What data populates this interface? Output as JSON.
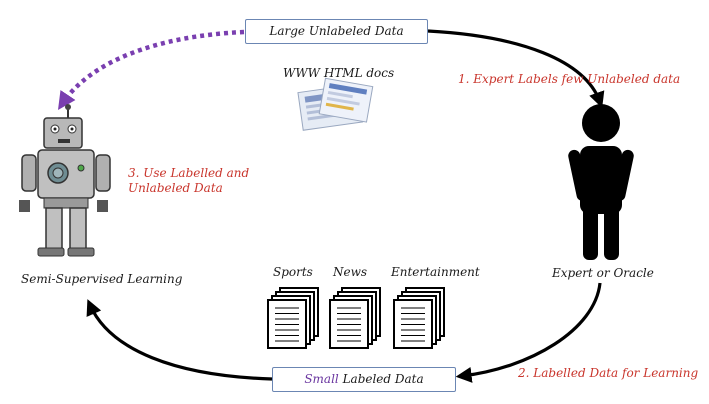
{
  "top_box": {
    "text": "Large Unlabeled Data"
  },
  "web_docs": {
    "label": "WWW HTML docs"
  },
  "step1": {
    "label": "1. Expert Labels few  Unlabeled data"
  },
  "step2": {
    "label": "2. Labelled Data for Learning"
  },
  "step3": {
    "line1": "3. Use  Labelled and",
    "line2": "Unlabeled Data"
  },
  "expert": {
    "label": "Expert or Oracle"
  },
  "learner": {
    "label": "Semi-Supervised Learning"
  },
  "bottom_box": {
    "prefix": "Small",
    "rest": " Labeled Data"
  },
  "categories": [
    "Sports",
    "News",
    "Entertainment"
  ],
  "colors": {
    "step_text": "#c9352c",
    "dotted_arrow": "#7a3fb0",
    "box_border": "#6b86b3",
    "small_word": "#6a36a0"
  }
}
